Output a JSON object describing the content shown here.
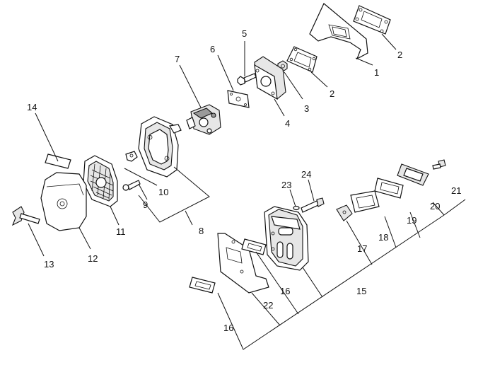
{
  "callouts": {
    "c1": "1",
    "c2a": "2",
    "c2b": "2",
    "c3": "3",
    "c4": "4",
    "c5": "5",
    "c6": "6",
    "c7": "7",
    "c8": "8",
    "c9": "9",
    "c10": "10",
    "c11": "11",
    "c12": "12",
    "c13": "13",
    "c14": "14",
    "c15": "15",
    "c16a": "16",
    "c16b": "16",
    "c17": "17",
    "c18": "18",
    "c19": "19",
    "c20": "20",
    "c21": "21",
    "c22": "22",
    "c23": "23",
    "c24": "24"
  }
}
